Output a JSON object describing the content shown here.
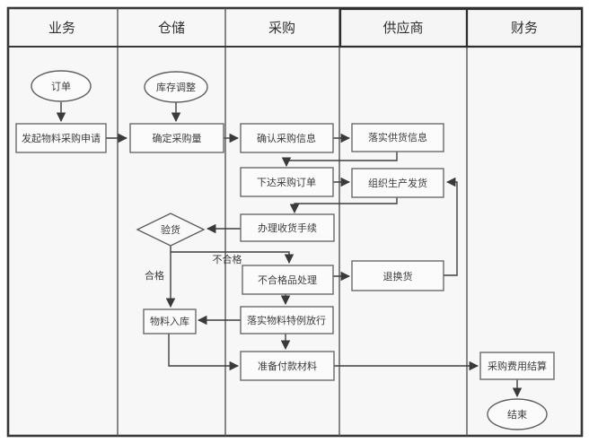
{
  "diagram": {
    "type": "swimlane-flowchart",
    "lanes": [
      {
        "label": "业务"
      },
      {
        "label": "仓储"
      },
      {
        "label": "采购"
      },
      {
        "label": "供应商"
      },
      {
        "label": "财务"
      }
    ],
    "nodes": [
      {
        "id": "order",
        "type": "start-ellipse",
        "lane": "业务",
        "label": "订单"
      },
      {
        "id": "raise-request",
        "type": "process",
        "lane": "业务",
        "label": "发起物料采购申请"
      },
      {
        "id": "inventory-adjust",
        "type": "start-ellipse",
        "lane": "仓储",
        "label": "库存调整"
      },
      {
        "id": "determine-quantity",
        "type": "process",
        "lane": "仓储",
        "label": "确定采购量"
      },
      {
        "id": "confirm-info",
        "type": "process",
        "lane": "采购",
        "label": "确认采购信息"
      },
      {
        "id": "implement-supply",
        "type": "process",
        "lane": "供应商",
        "label": "落实供货信息"
      },
      {
        "id": "place-order",
        "type": "process",
        "lane": "采购",
        "label": "下达采购订单"
      },
      {
        "id": "organize-shipping",
        "type": "process",
        "lane": "供应商",
        "label": "组织生产发货"
      },
      {
        "id": "receive-goods",
        "type": "process",
        "lane": "采购",
        "label": "办理收货手续"
      },
      {
        "id": "inspection",
        "type": "decision",
        "lane": "仓储",
        "label": "验货"
      },
      {
        "id": "defective-handling",
        "type": "process",
        "lane": "采购",
        "label": "不合格品处理"
      },
      {
        "id": "return-exchange",
        "type": "process",
        "lane": "供应商",
        "label": "退换货"
      },
      {
        "id": "special-release",
        "type": "process",
        "lane": "采购",
        "label": "落实物料特例放行"
      },
      {
        "id": "material-warehousing",
        "type": "process",
        "lane": "仓储",
        "label": "物料入库"
      },
      {
        "id": "prepare-payment",
        "type": "process",
        "lane": "采购",
        "label": "准备付款材料"
      },
      {
        "id": "expense-settlement",
        "type": "process",
        "lane": "财务",
        "label": "采购费用结算"
      },
      {
        "id": "end",
        "type": "end-ellipse",
        "lane": "财务",
        "label": "结束"
      }
    ],
    "edge_labels": {
      "pass": "合格",
      "fail": "不合格"
    },
    "colors": {
      "line": "#3f3f3f",
      "box_border": "#6a6a6a",
      "lane_fill": "#f7f7f7",
      "text": "#3c3c3c"
    }
  }
}
